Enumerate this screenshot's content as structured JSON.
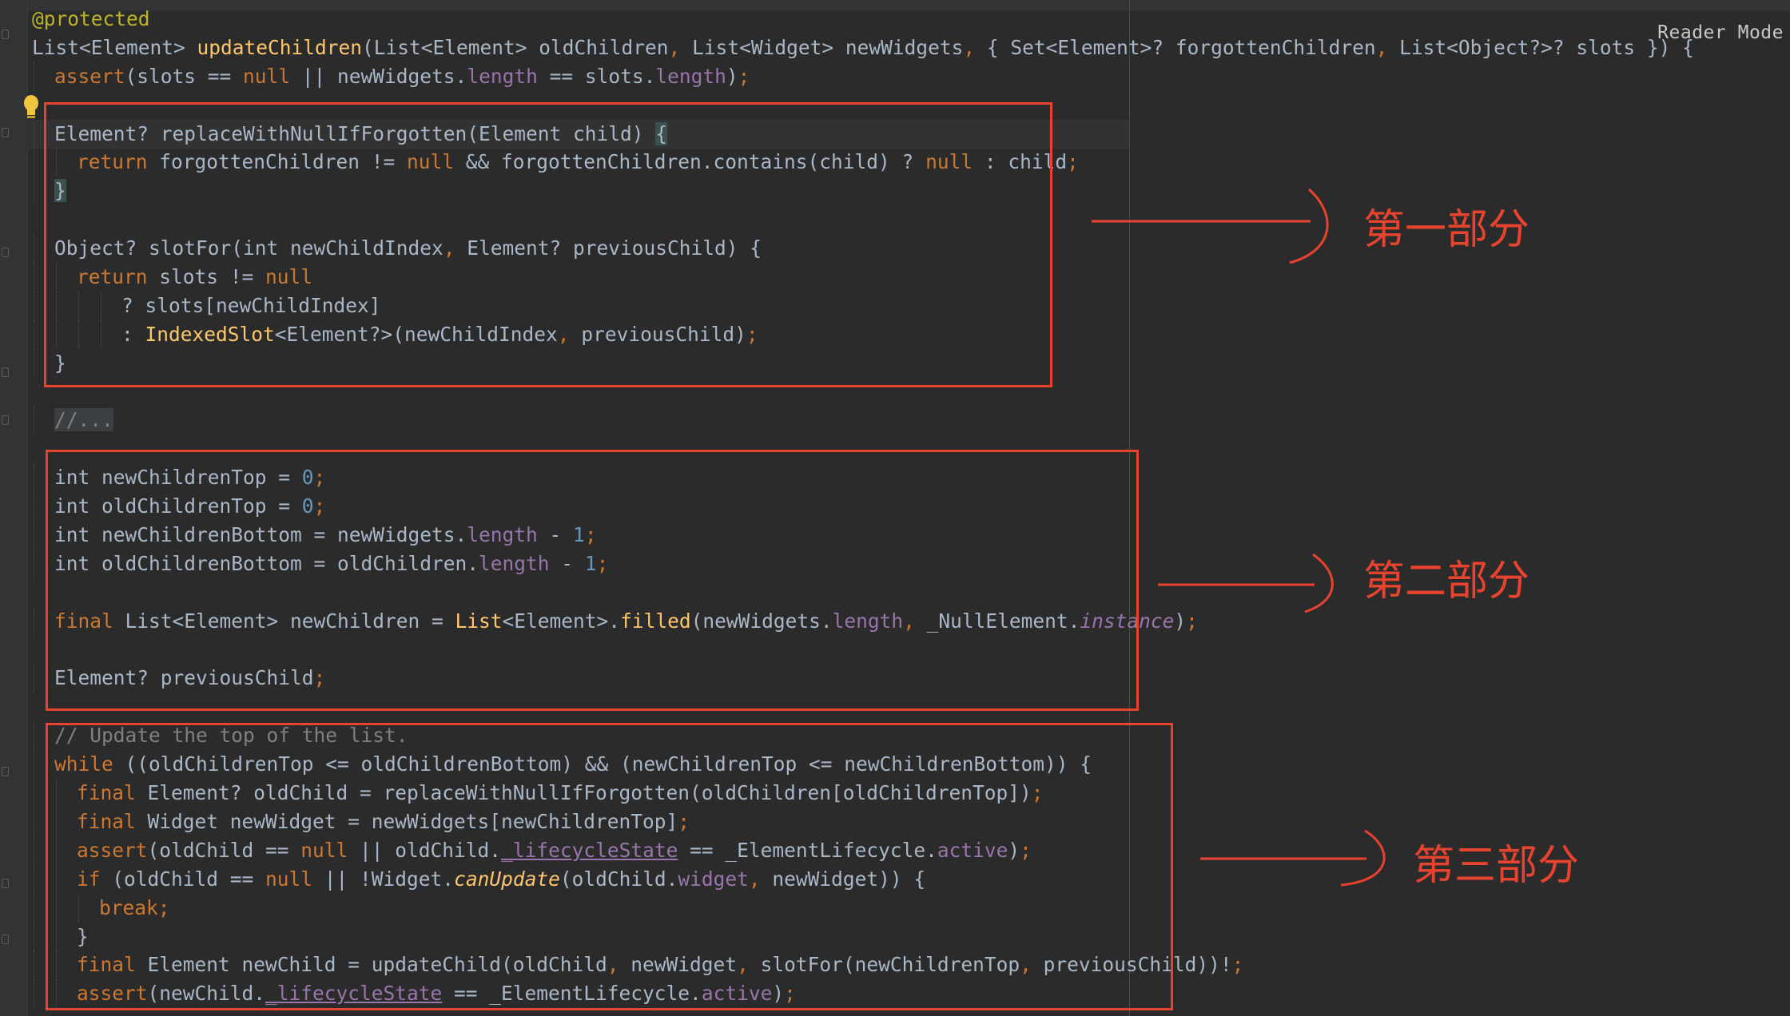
{
  "window": {
    "reader_mode_label": "Reader Mode"
  },
  "colors": {
    "background": "#2b2b2b",
    "keyword": "#cc7832",
    "function": "#ffc66d",
    "number": "#6897bb",
    "property": "#9876aa",
    "comment": "#808080",
    "annotation": "#bbb529",
    "default_text": "#a9b7c6",
    "markup_red": "#e8432f"
  },
  "icons": {
    "hint_bulb": "lightbulb-icon"
  },
  "code_lines": [
    {
      "indent": 0,
      "tokens": [
        [
          "a",
          "@protected"
        ]
      ]
    },
    {
      "indent": 0,
      "tokens": [
        [
          "d",
          "List<Element> "
        ],
        [
          "f",
          "updateChildren"
        ],
        [
          "d",
          "(List<Element> oldChildren"
        ],
        [
          "k",
          ", "
        ],
        [
          "d",
          "List<Widget> newWidgets"
        ],
        [
          "k",
          ", "
        ],
        [
          "d",
          "{ Set<Element>? forgottenChildren"
        ],
        [
          "k",
          ", "
        ],
        [
          "d",
          "List<Object?>? slots })"
        ],
        [
          "d",
          " {"
        ]
      ]
    },
    {
      "indent": 1,
      "tokens": [
        [
          "k",
          "assert"
        ],
        [
          "d",
          "(slots == "
        ],
        [
          "k",
          "null"
        ],
        [
          "d",
          " || newWidgets."
        ],
        [
          "p",
          "length"
        ],
        [
          "d",
          " == slots."
        ],
        [
          "p",
          "length"
        ],
        [
          "d",
          ")"
        ],
        [
          "k",
          ";"
        ]
      ]
    },
    {
      "indent": 0,
      "tokens": []
    },
    {
      "indent": 1,
      "tokens": [
        [
          "d",
          "Element? replaceWithNullIfForgotten(Element child) "
        ],
        [
          "m",
          "{"
        ]
      ]
    },
    {
      "indent": 2,
      "tokens": [
        [
          "k",
          "return "
        ],
        [
          "d",
          "forgottenChildren != "
        ],
        [
          "k",
          "null"
        ],
        [
          "d",
          " && forgottenChildren.contains(child) ? "
        ],
        [
          "k",
          "null"
        ],
        [
          "d",
          " : child"
        ],
        [
          "k",
          ";"
        ]
      ]
    },
    {
      "indent": 1,
      "tokens": [
        [
          "m",
          "}"
        ]
      ]
    },
    {
      "indent": 0,
      "tokens": []
    },
    {
      "indent": 1,
      "tokens": [
        [
          "d",
          "Object? slotFor(int newChildIndex"
        ],
        [
          "k",
          ", "
        ],
        [
          "d",
          "Element? previousChild) {"
        ]
      ]
    },
    {
      "indent": 2,
      "tokens": [
        [
          "k",
          "return "
        ],
        [
          "d",
          "slots != "
        ],
        [
          "k",
          "null"
        ]
      ]
    },
    {
      "indent": 4,
      "tokens": [
        [
          "d",
          "? slots[newChildIndex]"
        ]
      ]
    },
    {
      "indent": 4,
      "tokens": [
        [
          "d",
          ": "
        ],
        [
          "f",
          "IndexedSlot"
        ],
        [
          "d",
          "<Element?>(newChildIndex"
        ],
        [
          "k",
          ", "
        ],
        [
          "d",
          "previousChild)"
        ],
        [
          "k",
          ";"
        ]
      ]
    },
    {
      "indent": 1,
      "tokens": [
        [
          "d",
          "}"
        ]
      ]
    },
    {
      "indent": 0,
      "tokens": []
    },
    {
      "indent": 1,
      "tokens": [
        [
          "cb",
          "//..."
        ]
      ]
    },
    {
      "indent": 0,
      "tokens": []
    },
    {
      "indent": 1,
      "tokens": [
        [
          "d",
          "int newChildrenTop = "
        ],
        [
          "n",
          "0"
        ],
        [
          "k",
          ";"
        ]
      ]
    },
    {
      "indent": 1,
      "tokens": [
        [
          "d",
          "int oldChildrenTop = "
        ],
        [
          "n",
          "0"
        ],
        [
          "k",
          ";"
        ]
      ]
    },
    {
      "indent": 1,
      "tokens": [
        [
          "d",
          "int newChildrenBottom = newWidgets."
        ],
        [
          "p",
          "length"
        ],
        [
          "d",
          " - "
        ],
        [
          "n",
          "1"
        ],
        [
          "k",
          ";"
        ]
      ]
    },
    {
      "indent": 1,
      "tokens": [
        [
          "d",
          "int oldChildrenBottom = oldChildren."
        ],
        [
          "p",
          "length"
        ],
        [
          "d",
          " - "
        ],
        [
          "n",
          "1"
        ],
        [
          "k",
          ";"
        ]
      ]
    },
    {
      "indent": 0,
      "tokens": []
    },
    {
      "indent": 1,
      "tokens": [
        [
          "k",
          "final "
        ],
        [
          "d",
          "List<Element> newChildren = "
        ],
        [
          "f",
          "List"
        ],
        [
          "d",
          "<Element>."
        ],
        [
          "f",
          "filled"
        ],
        [
          "d",
          "(newWidgets."
        ],
        [
          "p",
          "length"
        ],
        [
          "k",
          ", "
        ],
        [
          "d",
          "_NullElement."
        ],
        [
          "pi",
          "instance"
        ],
        [
          "d",
          ")"
        ],
        [
          "k",
          ";"
        ]
      ]
    },
    {
      "indent": 0,
      "tokens": []
    },
    {
      "indent": 1,
      "tokens": [
        [
          "d",
          "Element? previousChild"
        ],
        [
          "k",
          ";"
        ]
      ]
    },
    {
      "indent": 0,
      "tokens": []
    },
    {
      "indent": 1,
      "tokens": [
        [
          "c",
          "// Update the top of the list."
        ]
      ]
    },
    {
      "indent": 1,
      "tokens": [
        [
          "k",
          "while "
        ],
        [
          "d",
          "((oldChildrenTop <= oldChildrenBottom) && (newChildrenTop <= newChildrenBottom)) {"
        ]
      ]
    },
    {
      "indent": 2,
      "tokens": [
        [
          "k",
          "final "
        ],
        [
          "d",
          "Element? oldChild = replaceWithNullIfForgotten(oldChildren[oldChildrenTop])"
        ],
        [
          "k",
          ";"
        ]
      ]
    },
    {
      "indent": 2,
      "tokens": [
        [
          "k",
          "final "
        ],
        [
          "d",
          "Widget newWidget = newWidgets[newChildrenTop]"
        ],
        [
          "k",
          ";"
        ]
      ]
    },
    {
      "indent": 2,
      "tokens": [
        [
          "k",
          "assert"
        ],
        [
          "d",
          "(oldChild == "
        ],
        [
          "k",
          "null"
        ],
        [
          "d",
          " || oldChild."
        ],
        [
          "pu",
          "_lifecycleState"
        ],
        [
          "d",
          " == _ElementLifecycle."
        ],
        [
          "p",
          "active"
        ],
        [
          "d",
          ")"
        ],
        [
          "k",
          ";"
        ]
      ]
    },
    {
      "indent": 2,
      "tokens": [
        [
          "k",
          "if "
        ],
        [
          "d",
          "(oldChild == "
        ],
        [
          "k",
          "null"
        ],
        [
          "d",
          " || !Widget."
        ],
        [
          "fi",
          "canUpdate"
        ],
        [
          "d",
          "(oldChild."
        ],
        [
          "p",
          "widget"
        ],
        [
          "k",
          ", "
        ],
        [
          "d",
          "newWidget)) {"
        ]
      ]
    },
    {
      "indent": 3,
      "tokens": [
        [
          "k",
          "break;"
        ]
      ]
    },
    {
      "indent": 2,
      "tokens": [
        [
          "d",
          "}"
        ]
      ]
    },
    {
      "indent": 2,
      "tokens": [
        [
          "k",
          "final "
        ],
        [
          "d",
          "Element newChild = updateChild(oldChild"
        ],
        [
          "k",
          ", "
        ],
        [
          "d",
          "newWidget"
        ],
        [
          "k",
          ", "
        ],
        [
          "d",
          "slotFor(newChildrenTop"
        ],
        [
          "k",
          ", "
        ],
        [
          "d",
          "previousChild))!"
        ],
        [
          "k",
          ";"
        ]
      ]
    },
    {
      "indent": 2,
      "tokens": [
        [
          "k",
          "assert"
        ],
        [
          "d",
          "(newChild."
        ],
        [
          "pu",
          "_lifecycleState"
        ],
        [
          "d",
          " == _ElementLifecycle."
        ],
        [
          "p",
          "active"
        ],
        [
          "d",
          ")"
        ],
        [
          "k",
          ";"
        ]
      ]
    }
  ],
  "annotations": [
    {
      "label": "第一部分"
    },
    {
      "label": "第二部分"
    },
    {
      "label": "第三部分"
    }
  ]
}
